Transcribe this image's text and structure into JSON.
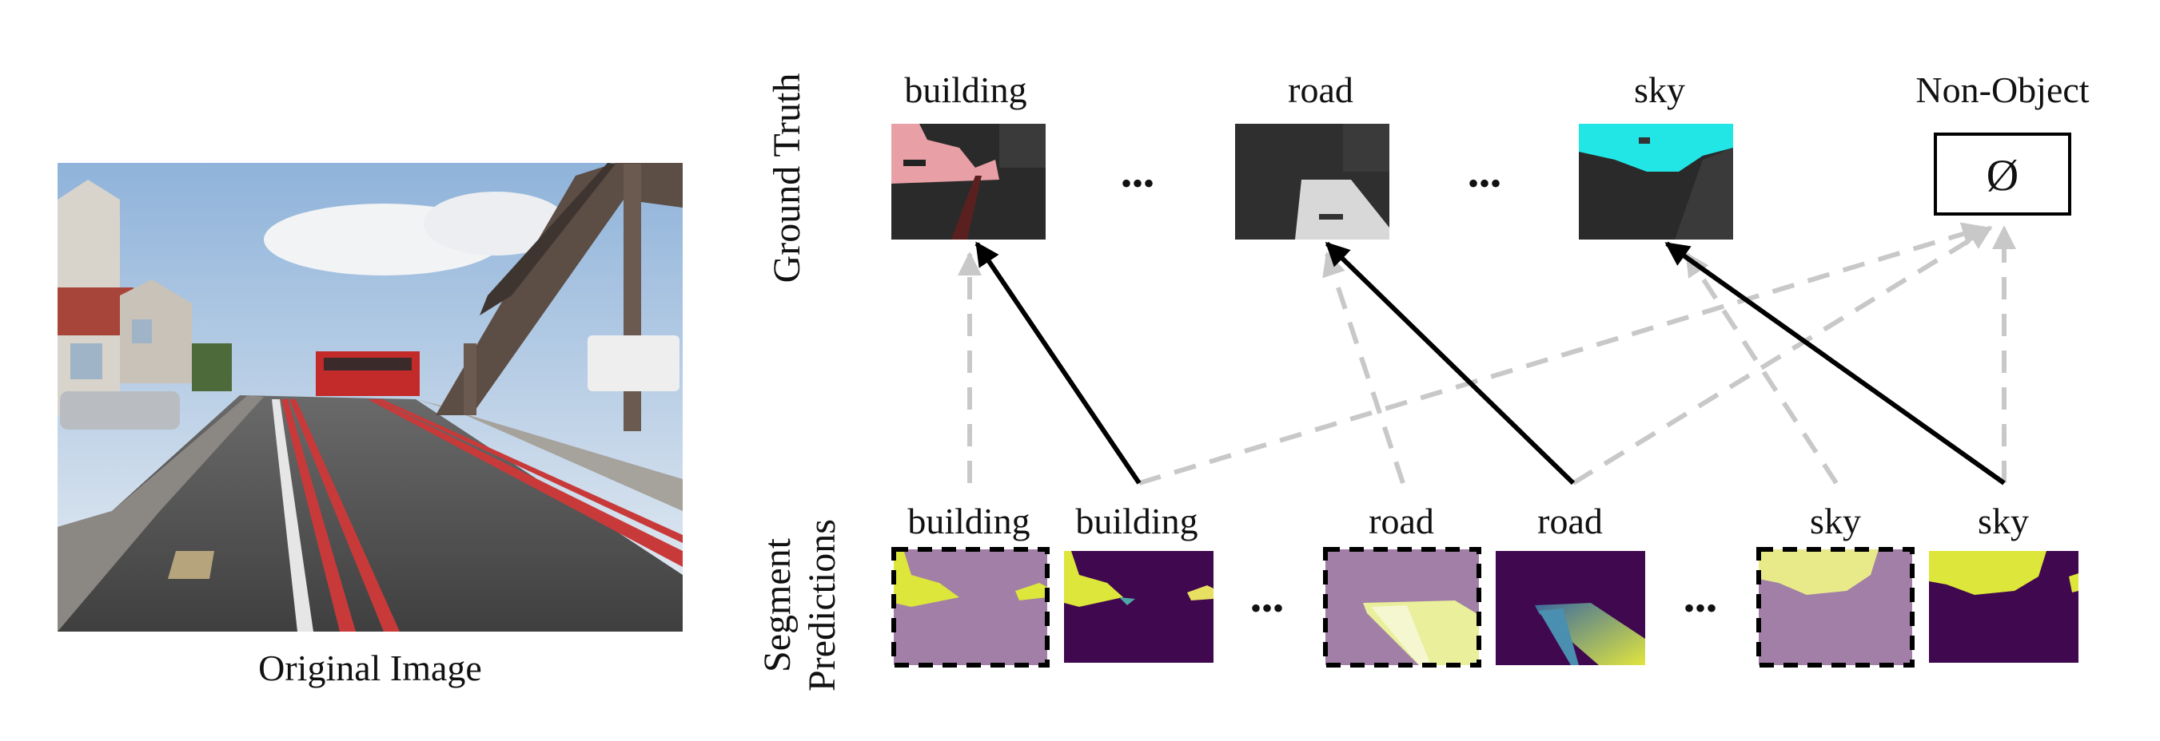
{
  "original_image": {
    "caption": "Original Image"
  },
  "ground_truth": {
    "row_label": "Ground Truth",
    "items": [
      {
        "label": "building",
        "mask_color": "#e8a0a6"
      },
      {
        "label": "road",
        "mask_color": "#d8d8d8"
      },
      {
        "label": "sky",
        "mask_color": "#22e6e6"
      },
      {
        "label": "Non-Object",
        "symbol": "Ø"
      }
    ],
    "ellipsis": "•••"
  },
  "segment_predictions": {
    "row_label_line1": "Segment",
    "row_label_line2": "Predictions",
    "items": [
      {
        "label": "building",
        "style": "overlay",
        "dashed": true
      },
      {
        "label": "building",
        "style": "heatmap",
        "dashed": false
      },
      {
        "label": "road",
        "style": "overlay",
        "dashed": true
      },
      {
        "label": "road",
        "style": "heatmap",
        "dashed": false
      },
      {
        "label": "sky",
        "style": "overlay",
        "dashed": true
      },
      {
        "label": "sky",
        "style": "heatmap",
        "dashed": false
      }
    ],
    "ellipsis": "•••"
  },
  "colors": {
    "matched_arrow": "#000000",
    "unmatched_arrow": "#c8c8c8",
    "overlay_bg": "#a27fa6",
    "heatmap_bg": "#40084f",
    "heatmap_high": "#dde63a"
  }
}
